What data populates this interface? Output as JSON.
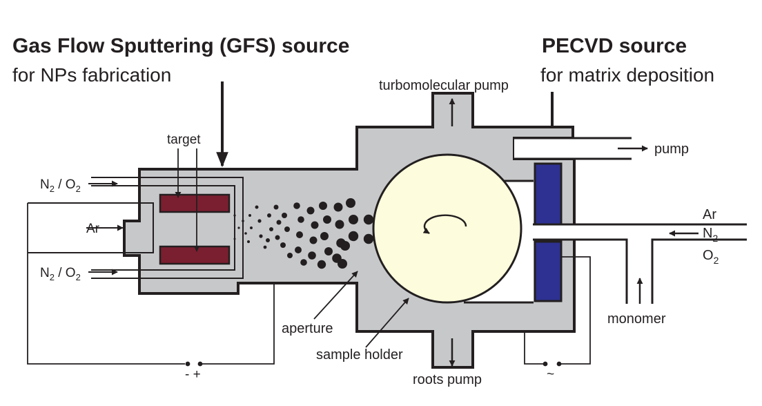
{
  "titles": {
    "gfs_title": "Gas Flow Sputtering (GFS) source",
    "gfs_subtitle": "for NPs fabrication",
    "pecvd_title": "PECVD source",
    "pecvd_subtitle": "for matrix deposition"
  },
  "labels": {
    "turbomolecular_pump": "turbomolecular pump",
    "pump": "pump",
    "target": "target",
    "n2o2_top": {
      "n": "N",
      "sub1": "2",
      "mid": " / O",
      "sub2": "2"
    },
    "n2o2_bottom": {
      "n": "N",
      "sub1": "2",
      "mid": " / O",
      "sub2": "2"
    },
    "ar_left": "Ar",
    "ar_right": "Ar",
    "n2_right": {
      "base": "N",
      "sub": "2"
    },
    "o2_right": {
      "base": "O",
      "sub": "2"
    },
    "monomer": "monomer",
    "aperture": "aperture",
    "sample_holder": "sample holder",
    "roots_pump": "roots pump",
    "dc_polarity": "- +",
    "ac_symbol": "~"
  },
  "colors": {
    "chamber_gray": "#c7c8ca",
    "outline": "#231f20",
    "target_red": "#7a1f30",
    "electrode_blue": "#2e3192",
    "sample_holder_fill": "#fdfcdc",
    "particle": "#231f20"
  },
  "icons": {
    "rotation": "rotation-arrow-icon",
    "flow_arrow": "flow-arrow-icon"
  }
}
